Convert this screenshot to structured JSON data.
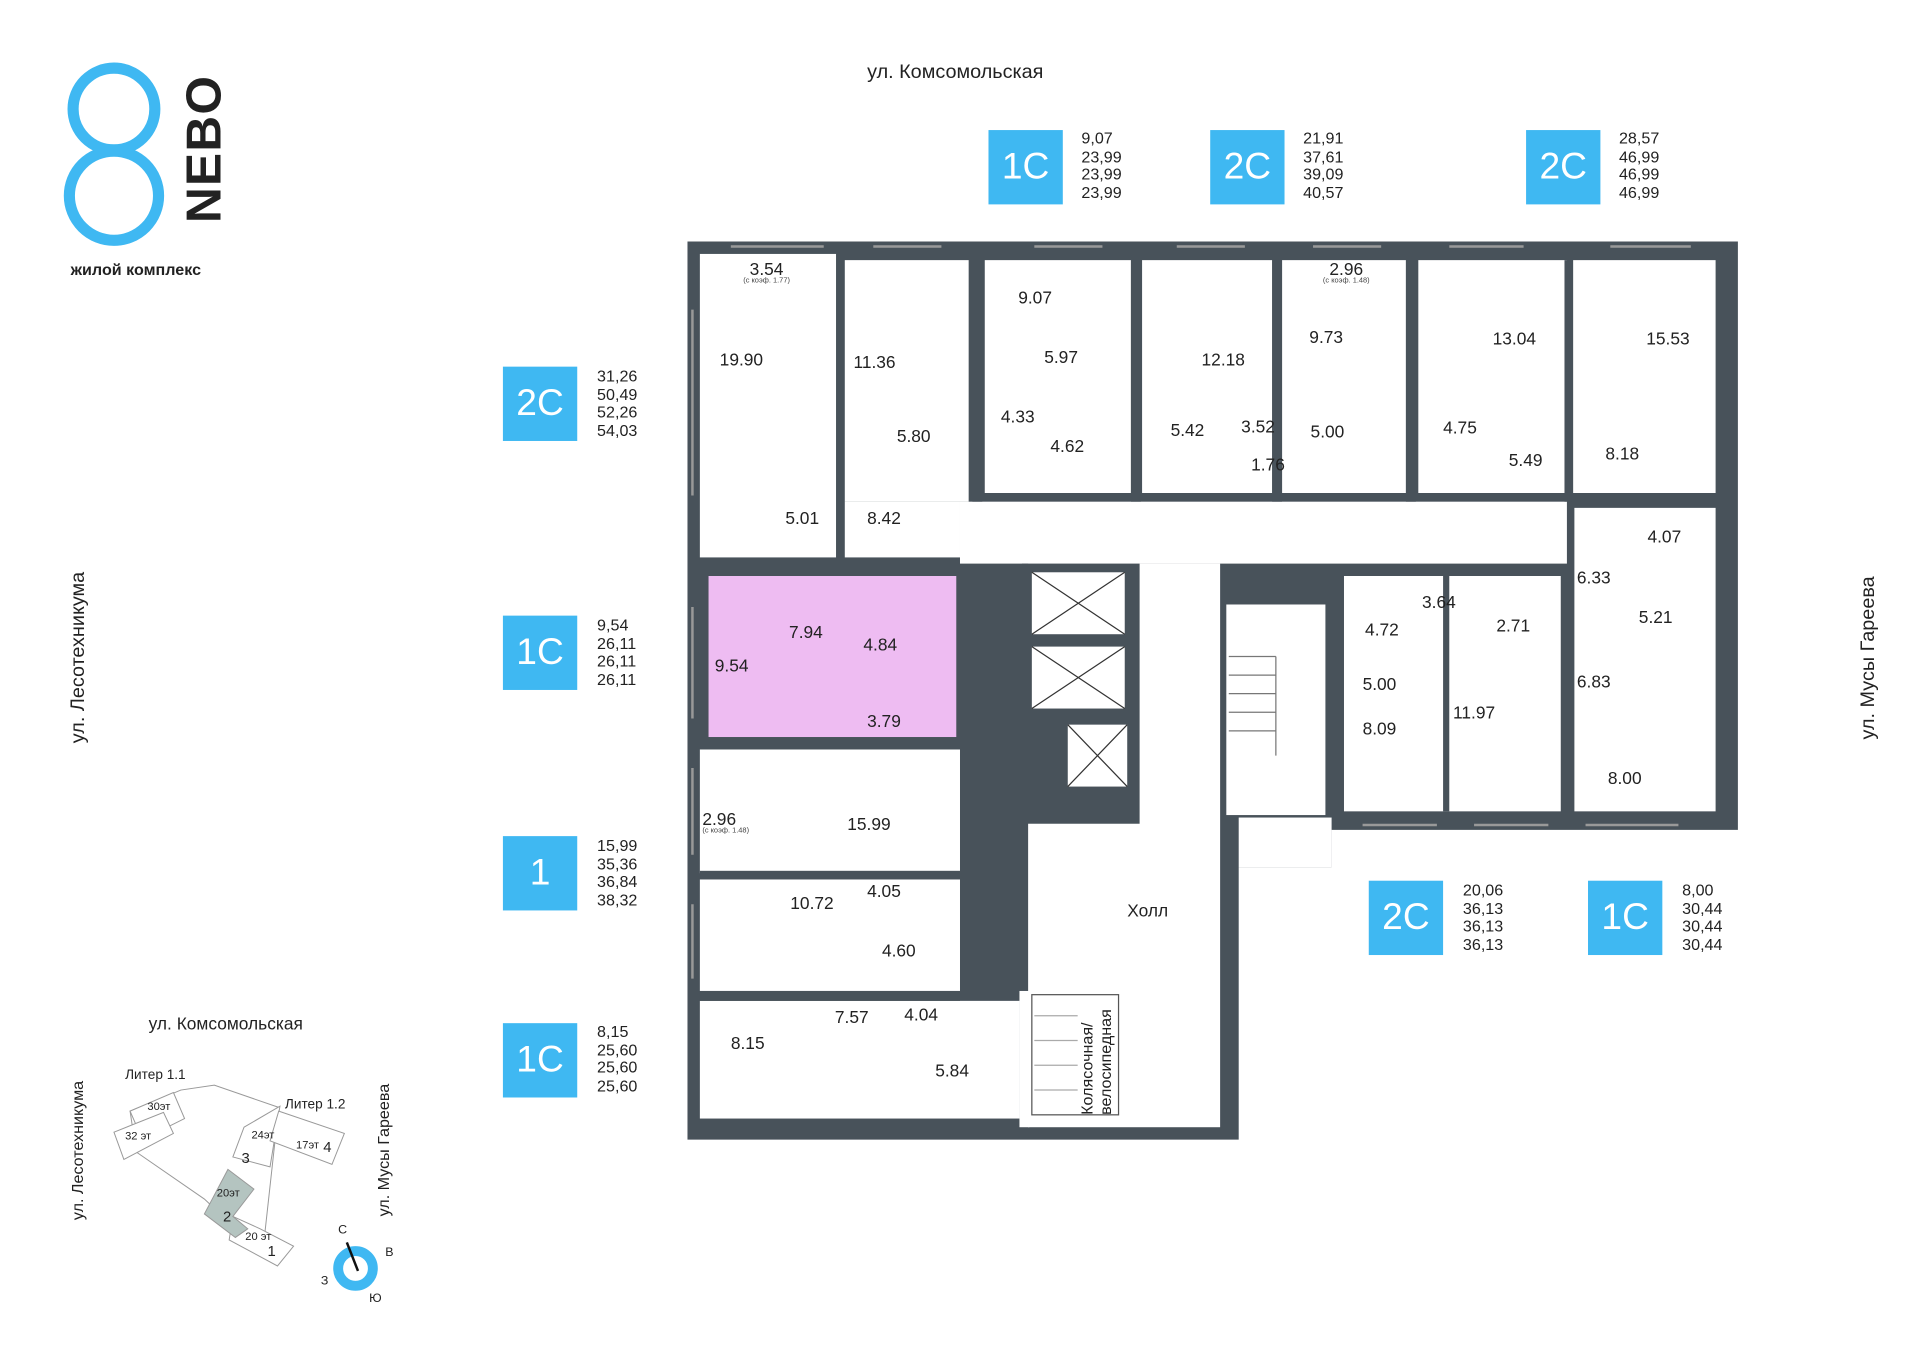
{
  "logo": {
    "mark": "8",
    "name": "NEBO",
    "subtitle": "жилой комплекс"
  },
  "streets": {
    "top": "ул. Комсомольская",
    "left": "ул. Лесотехникума",
    "right": "ул. Мусы Гареева"
  },
  "apartments": [
    {
      "type": "1С",
      "values": [
        "9,07",
        "23,99",
        "23,99",
        "23,99"
      ]
    },
    {
      "type": "2С",
      "values": [
        "21,91",
        "37,61",
        "39,09",
        "40,57"
      ]
    },
    {
      "type": "2С",
      "values": [
        "28,57",
        "46,99",
        "46,99",
        "46,99"
      ]
    },
    {
      "type": "2С",
      "values": [
        "31,26",
        "50,49",
        "52,26",
        "54,03"
      ]
    },
    {
      "type": "1С",
      "values": [
        "9,54",
        "26,11",
        "26,11",
        "26,11"
      ]
    },
    {
      "type": "1",
      "values": [
        "15,99",
        "35,36",
        "36,84",
        "38,32"
      ]
    },
    {
      "type": "1С",
      "values": [
        "8,15",
        "25,60",
        "25,60",
        "25,60"
      ]
    },
    {
      "type": "2С",
      "values": [
        "20,06",
        "36,13",
        "36,13",
        "36,13"
      ]
    },
    {
      "type": "1С",
      "values": [
        "8,00",
        "30,44",
        "30,44",
        "30,44"
      ]
    }
  ],
  "rooms": [
    "3.54",
    "19.90",
    "11.36",
    "9.07",
    "5.97",
    "12.18",
    "2.96",
    "9.73",
    "13.04",
    "15.53",
    "5.80",
    "4.33",
    "4.62",
    "5.42",
    "3.52",
    "5.00",
    "4.75",
    "5.49",
    "8.18",
    "1.76",
    "5.01",
    "8.42",
    "4.07",
    "6.33",
    "3.64",
    "4.72",
    "2.71",
    "5.21",
    "9.54",
    "7.94",
    "4.84",
    "5.00",
    "6.83",
    "3.79",
    "8.09",
    "11.97",
    "2.96",
    "15.99",
    "8.00",
    "4.05",
    "10.72",
    "4.60",
    "7.57",
    "4.04",
    "8.15",
    "5.84"
  ],
  "coefs": {
    "a": "(с коэф. 1.77)",
    "b": "(с коэф. 1.48)",
    "c": "(с коэф. 1.48)"
  },
  "common": {
    "hall": "Холл",
    "bike_room": "Колясочная/ велосипедная"
  },
  "minimap": {
    "title": "ул. Комсомольская",
    "left": "ул. Лесотехникума",
    "right": "ул. Мусы Гареева",
    "liter1": "Литер 1.1",
    "liter2": "Литер 1.2",
    "sections": [
      {
        "floors": "30эт"
      },
      {
        "floors": "32 эт"
      },
      {
        "floors": "24эт",
        "num": "3"
      },
      {
        "floors": "17эт",
        "num": "4"
      },
      {
        "floors": "20эт",
        "num": "2"
      },
      {
        "floors": "20 эт",
        "num": "1"
      }
    ],
    "compass": {
      "n": "С",
      "e": "В",
      "s": "Ю",
      "w": "З"
    }
  },
  "colors": {
    "accent": "#3fb8f2",
    "wall": "#48525a",
    "highlight": "#eebcf2",
    "selected_section": "#b4c4c0"
  }
}
